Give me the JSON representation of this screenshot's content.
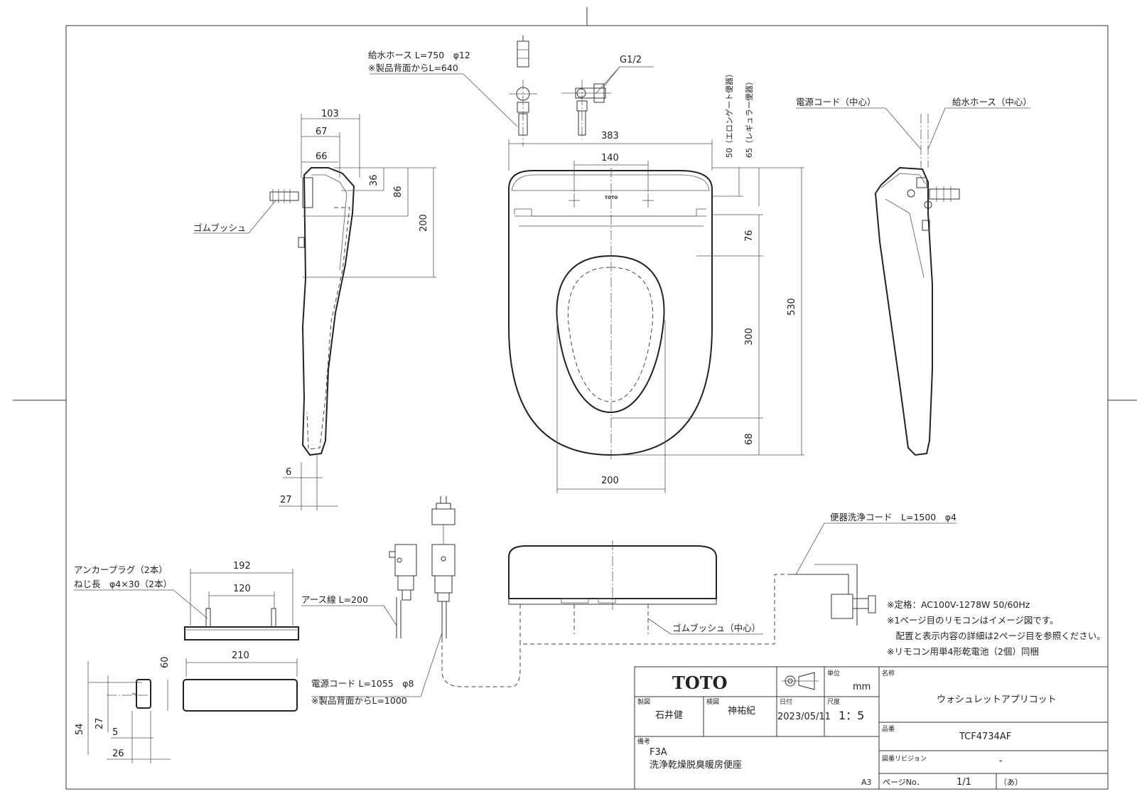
{
  "dimensions": {
    "d103": "103",
    "d67": "67",
    "d66": "66",
    "d36": "36",
    "d86": "86",
    "d200_side": "200",
    "d6": "6",
    "d27": "27",
    "d383": "383",
    "d140": "140",
    "d50": "50（エロンゲート便器）",
    "d65": "65（レギュラー便器）",
    "d76": "76",
    "d530": "530",
    "d300": "300",
    "d68": "68",
    "d200_bottom": "200",
    "d192": "192",
    "d120": "120",
    "d210": "210",
    "d60": "60",
    "d54": "54",
    "d27b": "27",
    "d5": "5",
    "d26": "26"
  },
  "labels": {
    "hose": "給水ホース L=750　φ12",
    "hose_note": "※製品背面からL=640",
    "g12": "G1/2",
    "power_cord_center": "電源コード（中心）",
    "hose_center": "給水ホース（中心）",
    "rubber_bush": "ゴムブッシュ",
    "anchor_plug": "アンカープラグ（2本）",
    "screw": "ねじ長　φ4×30（2本）",
    "earth": "アース線 L=200",
    "power_cord": "電源コード L=1055　φ8",
    "power_note": "※製品背面からL=1000",
    "rubber_bush_center": "ゴムブッシュ（中心）",
    "flush_cord": "便器洗浄コード　L=1500　φ4",
    "logo_small": "TOTO"
  },
  "notes": [
    "※定格：AC100V-1278W 50/60Hz",
    "※1ページ目のリモコンはイメージ図です。",
    "　配置と表示内容の詳細は2ページ目を参照ください。",
    "※リモコン用単4形乾電池（2個）同梱"
  ],
  "title_block": {
    "logo": "TOTO",
    "unit_label": "単位",
    "unit": "mm",
    "name_label": "名称",
    "name": "ウォシュレットアプリコット",
    "drawn_label": "製図",
    "drawn_by": "石井健",
    "checked_label": "検図",
    "checked_by": "神祐紀",
    "date_label": "日付",
    "date": "2023/05/11",
    "scale_label": "尺度",
    "scale": "1：5",
    "model_label": "品番",
    "model": "TCF4734AF",
    "remarks_label": "備考",
    "remark1": "F3A",
    "remark2": "洗浄乾燥脱臭暖房便座",
    "revision_label": "図番リビジョン",
    "revision": "-",
    "page_label": "ページNo．",
    "page": "1/1",
    "page_suffix": "（あ）",
    "sheet_size": "A3"
  }
}
